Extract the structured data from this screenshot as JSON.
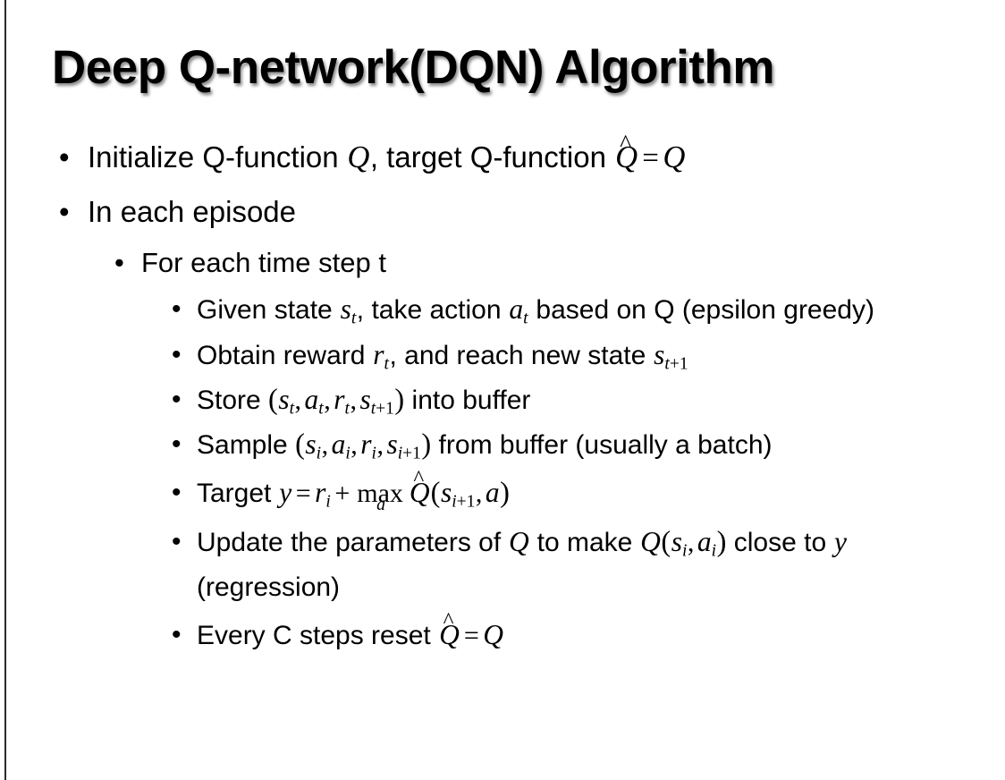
{
  "slide": {
    "title": "Deep Q-network(DQN) Algorithm",
    "bullet_glyph": "•",
    "background_color": "#ffffff",
    "text_color": "#000000",
    "left_rule_color": "#2b2b2b"
  },
  "content": {
    "l1_initialize_pre": "Initialize Q-function ",
    "l1_initialize_var_q": "Q",
    "l1_initialize_mid": ", target Q-function ",
    "l1_initialize_hat_q": "Q",
    "l1_initialize_hat": "̂",
    "l1_initialize_eq": "=",
    "l1_initialize_q2": "Q",
    "l1_in_each_episode": "In each episode",
    "l2_for_each_time_step": "For each time step t",
    "l3_given_pre": "Given state ",
    "l3_given_s": "s",
    "l3_given_s_sub": "t",
    "l3_given_mid": ", take action ",
    "l3_given_a": "a",
    "l3_given_a_sub": "t",
    "l3_given_post": " based on Q (epsilon greedy)",
    "l3_obtain_pre": "Obtain reward ",
    "l3_obtain_r": "r",
    "l3_obtain_r_sub": "t",
    "l3_obtain_mid": ", and reach new state ",
    "l3_obtain_s": "s",
    "l3_obtain_s_sub_i": "t",
    "l3_obtain_s_sub_plus": "+1",
    "l3_store_pre": "Store ",
    "l3_store_open": "(",
    "l3_store_s": "s",
    "l3_store_s_sub": "t",
    "l3_store_a": "a",
    "l3_store_a_sub": "t",
    "l3_store_r": "r",
    "l3_store_r_sub": "t",
    "l3_store_s2": "s",
    "l3_store_s2_sub_i": "t",
    "l3_store_s2_sub_plus": "+1",
    "l3_store_close": ")",
    "l3_store_post": " into buffer",
    "comma": ",",
    "l3_sample_pre": "Sample ",
    "l3_sample_open": "(",
    "l3_sample_s": "s",
    "l3_sample_s_sub": "i",
    "l3_sample_a": "a",
    "l3_sample_a_sub": "i",
    "l3_sample_r": "r",
    "l3_sample_r_sub": "i",
    "l3_sample_s2": "s",
    "l3_sample_s2_sub_i": "i",
    "l3_sample_s2_sub_plus": "+1",
    "l3_sample_close": ")",
    "l3_sample_post": " from buffer (usually a batch)",
    "l3_target_pre": "Target ",
    "l3_target_y": "y",
    "l3_target_eq": "=",
    "l3_target_r": "r",
    "l3_target_r_sub": "i",
    "l3_target_plus": "+",
    "l3_target_max": "max",
    "l3_target_max_limit": "a",
    "l3_target_hat_q": "Q",
    "l3_target_hat": "̂",
    "l3_target_open": "(",
    "l3_target_s": "s",
    "l3_target_s_sub_i": "i",
    "l3_target_s_sub_plus": "+1",
    "l3_target_a": "a",
    "l3_target_close": ")",
    "l3_update_pre": "Update the parameters of ",
    "l3_update_q1": "Q",
    "l3_update_mid": " to make ",
    "l3_update_q2": "Q",
    "l3_update_open": "(",
    "l3_update_s": "s",
    "l3_update_s_sub": "i",
    "l3_update_a": "a",
    "l3_update_a_sub": "i",
    "l3_update_close": ")",
    "l3_update_post": " close to ",
    "l3_update_y": "y",
    "l3_update_tail": " (regression)",
    "l3_every_pre": "Every C steps reset ",
    "l3_every_hat_q": "Q",
    "l3_every_hat": "̂",
    "l3_every_eq": "=",
    "l3_every_q2": "Q"
  }
}
